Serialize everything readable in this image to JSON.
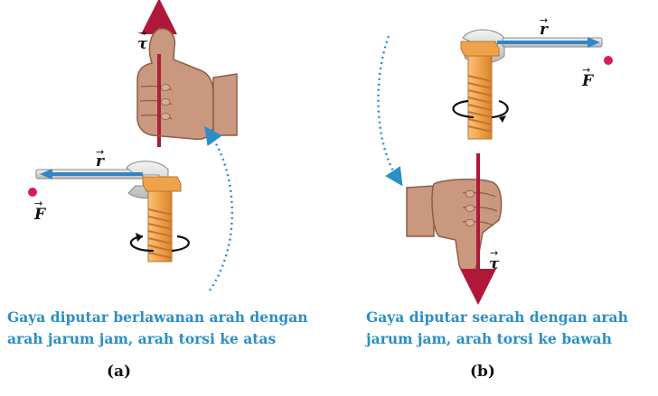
{
  "panel_a": {
    "caption_line1": "Gaya diputar berlawanan arah dengan",
    "caption_line2": "arah jarum jam, arah torsi ke atas",
    "label": "(a)",
    "torque_symbol": "τ",
    "r_symbol": "r",
    "force_symbol": "F"
  },
  "panel_b": {
    "caption_line1": "Gaya diputar searah dengan arah",
    "caption_line2": "jarum jam, arah torsi ke bawah",
    "label": "(b)",
    "torque_symbol": "τ",
    "r_symbol": "r",
    "force_symbol": "F"
  },
  "colors": {
    "caption": "#2a8fc6",
    "torque_arrow": "#b0183a",
    "r_arrow": "#2f86c8",
    "force_dot": "#d81b60",
    "bolt": "#f0a24a",
    "skin": "#c9987e"
  }
}
